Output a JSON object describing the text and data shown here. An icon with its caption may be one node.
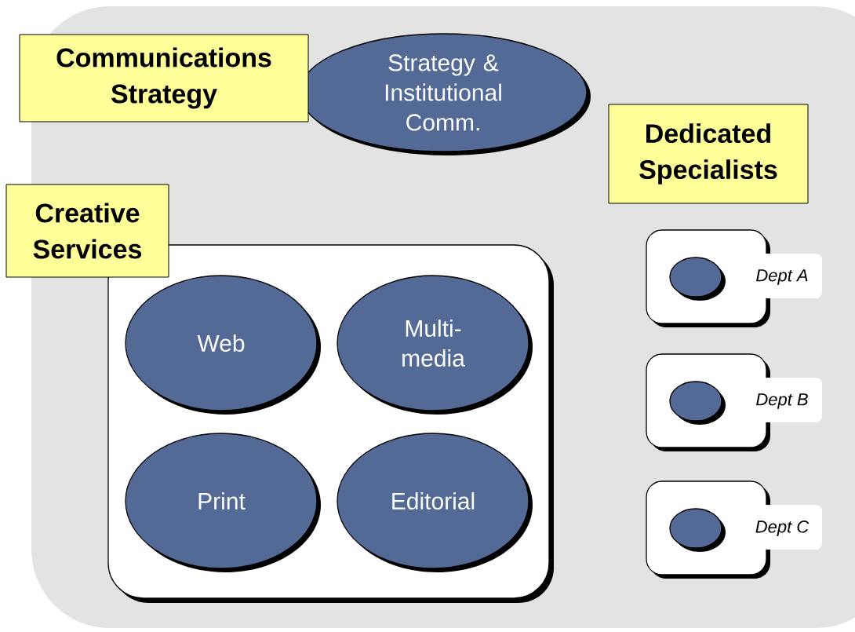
{
  "diagram": {
    "nodes": [
      {
        "text": [
          "Communications Strategy"
        ]
      },
      {
        "text": [
          "Strategy & Institutional Comm."
        ]
      },
      {
        "text": [
          "Dedicated Specialists"
        ]
      },
      {
        "text": [
          "Creative Services"
        ]
      },
      {
        "text": [],
        "shape": "box"
      },
      {
        "text": [
          "Web"
        ],
        "in": 4
      },
      {
        "text": [
          "Multi- media"
        ],
        "in": 4
      },
      {
        "text": [
          "Print"
        ],
        "in": 4
      },
      {
        "text": [
          "Editorial"
        ],
        "in": 4
      },
      {
        "text": [
          "Dept A"
        ]
      },
      {
        "text": [],
        "shape": "ellipse",
        "in": 9
      },
      {
        "text": [
          "Dept B"
        ]
      },
      {
        "text": [],
        "shape": "ellipse",
        "in": 11
      },
      {
        "text": [
          "Dept C"
        ]
      },
      {
        "text": [],
        "shape": "ellipse",
        "in": 13
      }
    ]
  }
}
